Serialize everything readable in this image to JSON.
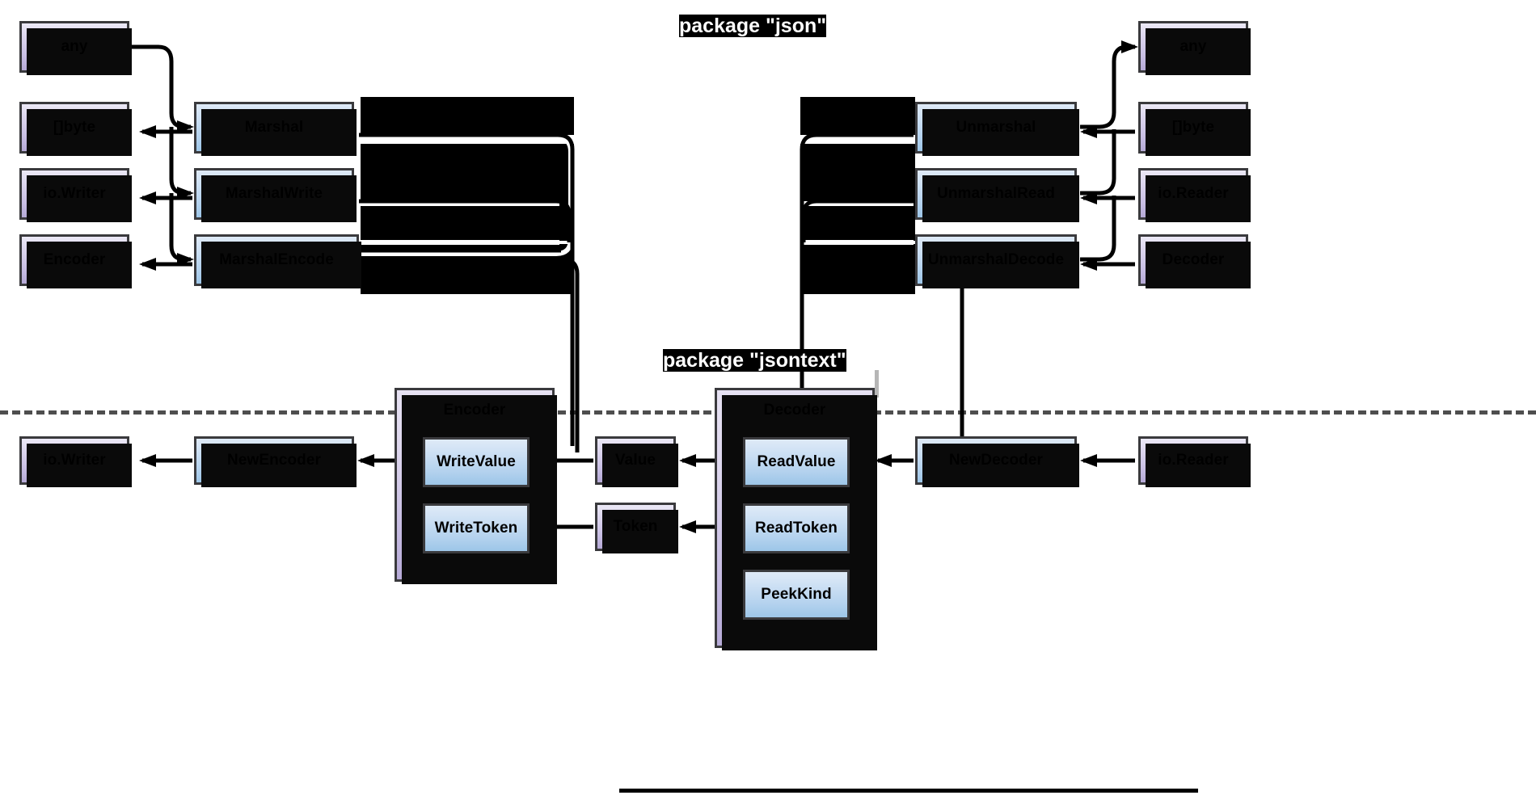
{
  "diagram": {
    "title_top": {
      "prefix": "package ",
      "quoted": "\"json\""
    },
    "title_bottom": {
      "prefix": "package ",
      "quoted": "\"jsontext\""
    },
    "colors": {
      "type_box_top": "#ece9f6",
      "type_box_bottom": "#b5a9d6",
      "func_box_top": "#dfeaf7",
      "func_box_bottom": "#9dc6e8",
      "group_box_top": "#e7e2f3",
      "group_box_bottom": "#b7abd8",
      "border": "#3a3a3d",
      "shadow": "#0a0a0a",
      "edge": "#000000",
      "divider_gray": "#9a9a9a",
      "artifact_black": "#000000"
    }
  },
  "json_package": {
    "label": "package \"json\"",
    "marshal_types": [
      {
        "id": "any-left",
        "label": "any"
      },
      {
        "id": "bytes-left",
        "label": "[]byte"
      },
      {
        "id": "iowriter-left",
        "label": "io.Writer"
      },
      {
        "id": "encoder-left",
        "label": "Encoder"
      }
    ],
    "marshal_funcs": [
      {
        "id": "marshal",
        "label": "Marshal"
      },
      {
        "id": "marshalwrite",
        "label": "MarshalWrite"
      },
      {
        "id": "marshalencode",
        "label": "MarshalEncode"
      }
    ],
    "unmarshal_funcs": [
      {
        "id": "unmarshal",
        "label": "Unmarshal"
      },
      {
        "id": "unmarshalread",
        "label": "UnmarshalRead"
      },
      {
        "id": "unmarshaldecode",
        "label": "UnmarshalDecode"
      }
    ],
    "unmarshal_types": [
      {
        "id": "any-right",
        "label": "any"
      },
      {
        "id": "bytes-right",
        "label": "[]byte"
      },
      {
        "id": "ioreader-right",
        "label": "io.Reader"
      },
      {
        "id": "decoder-right",
        "label": "Decoder"
      }
    ]
  },
  "jsontext_package": {
    "label": "package \"jsontext\"",
    "encoder_group": {
      "id": "encoder-group",
      "title": "Encoder",
      "methods": [
        {
          "id": "writevalue",
          "label": "WriteValue"
        },
        {
          "id": "writetoken",
          "label": "WriteToken"
        }
      ]
    },
    "decoder_group": {
      "id": "decoder-group",
      "title": "Decoder",
      "methods": [
        {
          "id": "readvalue",
          "label": "ReadValue"
        },
        {
          "id": "readtoken",
          "label": "ReadToken"
        },
        {
          "id": "peekkind",
          "label": "PeekKind"
        }
      ]
    },
    "middle_types": [
      {
        "id": "value-mid",
        "label": "Value"
      },
      {
        "id": "token-mid",
        "label": "Token"
      }
    ],
    "constructors": [
      {
        "id": "newencoder",
        "label": "NewEncoder"
      },
      {
        "id": "newdecoder",
        "label": "NewDecoder"
      }
    ],
    "io_types": [
      {
        "id": "iowriter-bottom",
        "label": "io.Writer"
      },
      {
        "id": "ioreader-bottom",
        "label": "io.Reader"
      }
    ]
  }
}
